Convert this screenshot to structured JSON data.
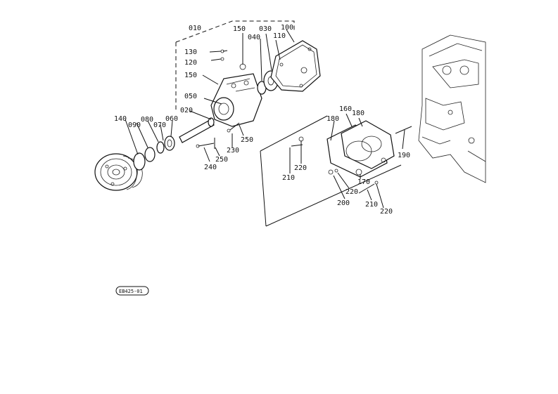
{
  "labels": {
    "p010": "010",
    "p020": "020",
    "p030": "030",
    "p040": "040",
    "p050": "050",
    "p060": "060",
    "p070": "070",
    "p080": "080",
    "p090": "090",
    "p100": "100",
    "p110": "110",
    "p120": "120",
    "p130": "130",
    "p140": "140",
    "p150a": "150",
    "p150b": "150",
    "p160": "160",
    "p170": "170",
    "p180a": "180",
    "p180b": "180",
    "p190": "190",
    "p200": "200",
    "p210a": "210",
    "p210b": "210",
    "p220a": "220",
    "p220b": "220",
    "p220c": "220",
    "p230": "230",
    "p240": "240",
    "p250a": "250",
    "p250b": "250"
  },
  "drawing_code": "EB425-01"
}
